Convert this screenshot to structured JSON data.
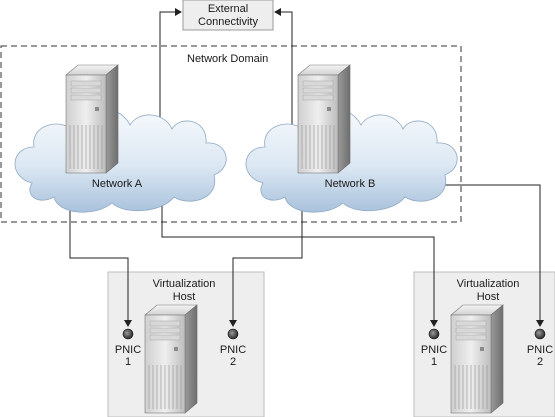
{
  "external": {
    "line1": "External",
    "line2": "Connectivity"
  },
  "domain": {
    "label": "Network Domain"
  },
  "networks": [
    {
      "label": "Network A"
    },
    {
      "label": "Network B"
    }
  ],
  "hosts": [
    {
      "title_line1": "Virtualization",
      "title_line2": "Host",
      "pnic1": {
        "line1": "PNIC",
        "line2": "1"
      },
      "pnic2": {
        "line1": "PNIC",
        "line2": "2"
      }
    },
    {
      "title_line1": "Virtualization",
      "title_line2": "Host",
      "pnic1": {
        "line1": "PNIC",
        "line2": "1"
      },
      "pnic2": {
        "line1": "PNIC",
        "line2": "2"
      }
    }
  ],
  "colors": {
    "cloud_light": "#f4f8fc",
    "cloud_dark": "#b7cde3",
    "host_box": "#eeeeee",
    "server_light": "#e6e6e6",
    "server_dark": "#8c8c8c",
    "line": "#222222"
  }
}
